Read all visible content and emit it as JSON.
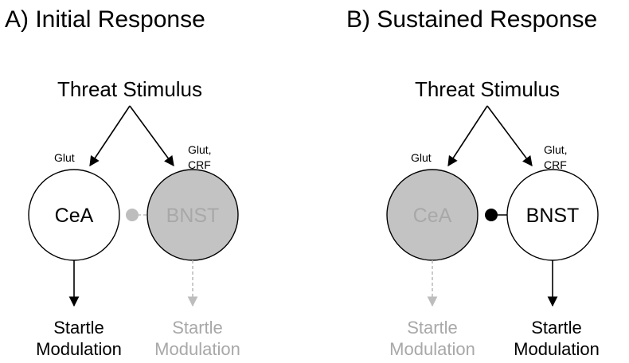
{
  "panels": [
    {
      "title": "A) Initial Response",
      "stimulus": "Threat Stimulus",
      "left_label_text": "Glut",
      "right_label_lines": [
        "Glut,",
        "CRF"
      ],
      "left_node": "CeA",
      "right_node": "BNST",
      "left_output": [
        "Startle",
        "Modulation"
      ],
      "right_output": [
        "Startle",
        "Modulation"
      ],
      "active_node": "CeA",
      "inactive_node": "BNST"
    },
    {
      "title": "B) Sustained Response",
      "stimulus": "Threat Stimulus",
      "left_label_text": "Glut",
      "right_label_lines": [
        "Glut,",
        "CRF"
      ],
      "left_node": "CeA",
      "right_node": "BNST",
      "left_output": [
        "Startle",
        "Modulation"
      ],
      "right_output": [
        "Startle",
        "Modulation"
      ],
      "active_node": "BNST",
      "inactive_node": "CeA"
    }
  ],
  "colors": {
    "active_fill": "#ffffff",
    "inactive_fill": "#c3c3c3",
    "active_stroke": "#000000",
    "inactive_text": "#a8a8a8",
    "text": "#000000"
  }
}
